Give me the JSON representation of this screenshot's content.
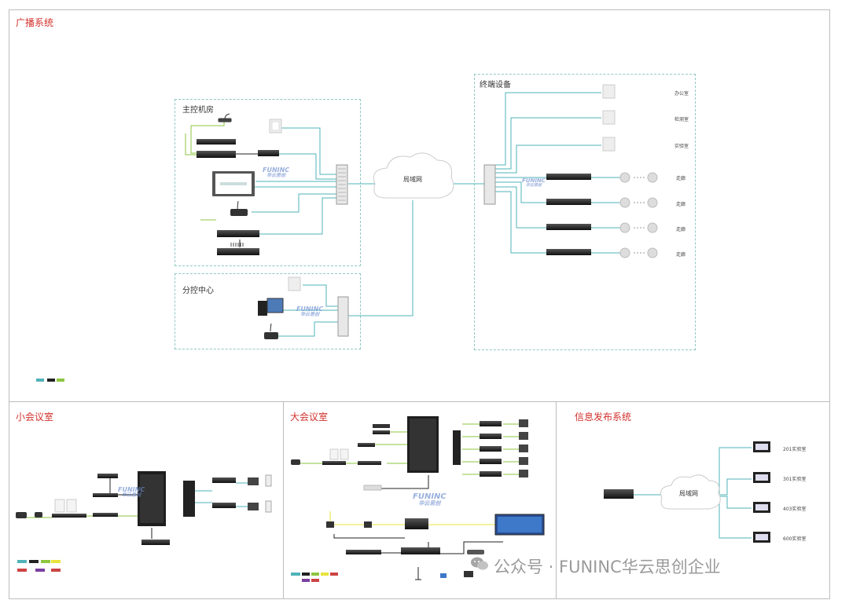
{
  "panels": {
    "broadcast": "广播系统",
    "small_meeting": "小会议室",
    "large_meeting": "大会议室",
    "info_release": "信息发布系统"
  },
  "groups": {
    "main_control": "主控机房",
    "sub_control": "分控中心",
    "terminal": "终端设备"
  },
  "cloud": "局域网",
  "rooms": {
    "office": "办公室",
    "test": "检测室",
    "lab": "实验室",
    "corridor": "走廊"
  },
  "info_rooms": [
    "201实验室",
    "301实验室",
    "403实验室",
    "600实验室"
  ],
  "logo": {
    "brand": "FUNINC",
    "cn": "华云思创"
  },
  "watermark": "公众号 · FUNINC华云思创企业",
  "colors": {
    "title": "#d2322d",
    "network": "#4fb3b9",
    "dashed": "#8fc9c3",
    "legacy": "#8dc63f",
    "power": "#e9e33c"
  }
}
